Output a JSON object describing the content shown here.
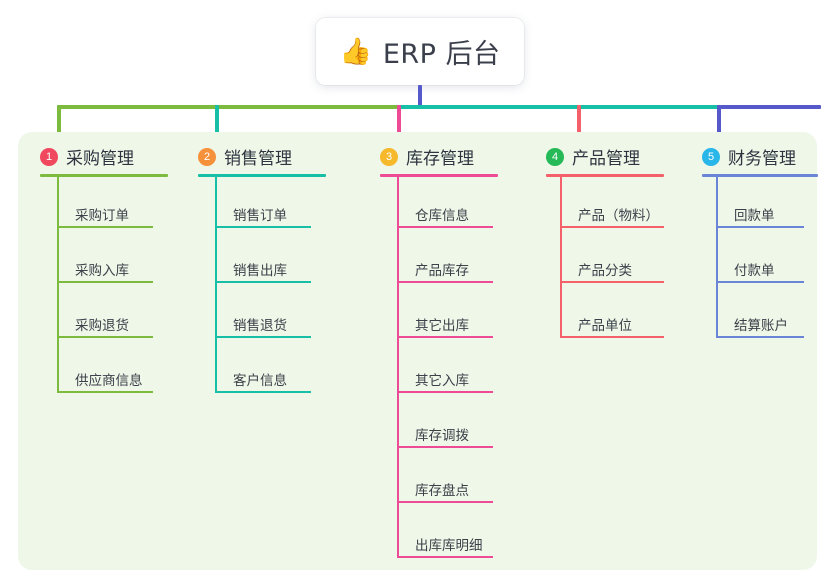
{
  "title": {
    "icon": "thumbs-up-icon",
    "icon_glyph": "👍",
    "text": "ERP 后台"
  },
  "theme": {
    "panel_bg": "#EFF7E9",
    "card_bg": "#FFFFFF",
    "text": "#3B4149",
    "stem": "#5659C9"
  },
  "columns": [
    {
      "number": "1",
      "title": "采购管理",
      "badge_color": "#F0485F",
      "line_color": "#7DBB3F",
      "items": [
        "采购订单",
        "采购入库",
        "采购退货",
        "供应商信息"
      ]
    },
    {
      "number": "2",
      "title": "销售管理",
      "badge_color": "#F6913B",
      "line_color": "#16BFA6",
      "items": [
        "销售订单",
        "销售出库",
        "销售退货",
        "客户信息"
      ]
    },
    {
      "number": "3",
      "title": "库存管理",
      "badge_color": "#F6B92B",
      "line_color": "#EE4B96",
      "items": [
        "仓库信息",
        "产品库存",
        "其它出库",
        "其它入库",
        "库存调拨",
        "库存盘点",
        "出库库明细"
      ]
    },
    {
      "number": "4",
      "title": "产品管理",
      "badge_color": "#25BA57",
      "line_color": "#F4616B",
      "items": [
        "产品（物料）",
        "产品分类",
        "产品单位"
      ]
    },
    {
      "number": "5",
      "title": "财务管理",
      "badge_color": "#29B6E8",
      "line_color": "#6A85D8",
      "items": [
        "回款单",
        "付款单",
        "结算账户"
      ]
    }
  ]
}
